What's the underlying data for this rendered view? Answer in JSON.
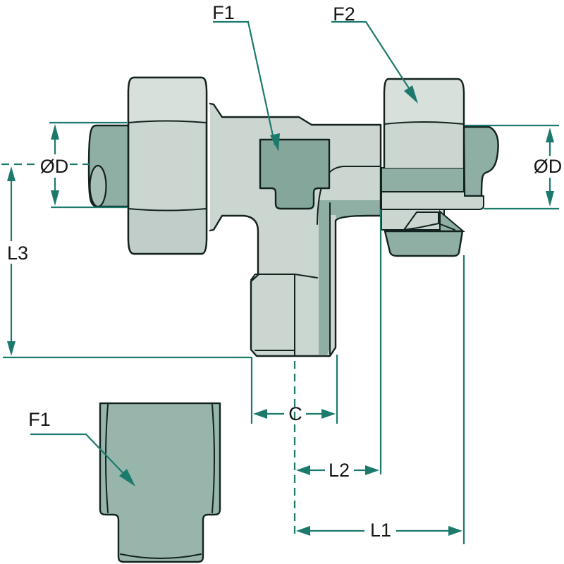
{
  "drawing": {
    "type": "technical-dimension-drawing",
    "subject": "hydraulic tee compression fitting cross-section with port detail view",
    "labels": {
      "f1_top": "F1",
      "f2": "F2",
      "od_left": "ØD",
      "od_right": "ØD",
      "l3": "L3",
      "c": "C",
      "l2": "L2",
      "l1": "L1",
      "f1_detail": "F1"
    },
    "colors": {
      "dimension_lines": "#1c7a6c",
      "label_text": "#161616",
      "outline": "#13221e",
      "body_light": "#cbd6d1",
      "facet_highlight": "#d8e0dc",
      "facet_shadow": "#c1cdc8",
      "steel_sage_dark": "#8fafa5",
      "port_insert": "#85a79b",
      "detail_part": "#97b5ab",
      "pipe_end_inner": "#a6beb5",
      "background": "#ffffff"
    }
  }
}
